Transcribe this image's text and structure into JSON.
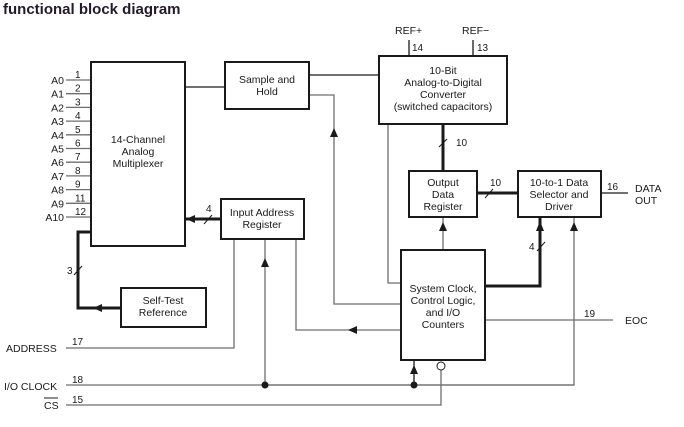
{
  "title": "functional block diagram",
  "blocks": {
    "mux": [
      "14-Channel",
      "Analog",
      "Multiplexer"
    ],
    "sample_hold": [
      "Sample and",
      "Hold"
    ],
    "adc": [
      "10-Bit",
      "Analog-to-Digital",
      "Converter",
      "(switched capacitors)"
    ],
    "output_register": [
      "Output",
      "Data",
      "Register"
    ],
    "selector": [
      "10-to-1 Data",
      "Selector and",
      "Driver"
    ],
    "input_address_register": [
      "Input Address",
      "Register"
    ],
    "self_test": [
      "Self-Test",
      "Reference"
    ],
    "control": [
      "System Clock,",
      "Control Logic,",
      "and I/O",
      "Counters"
    ]
  },
  "analog_inputs": [
    {
      "name": "A0",
      "pin": "1"
    },
    {
      "name": "A1",
      "pin": "2"
    },
    {
      "name": "A2",
      "pin": "3"
    },
    {
      "name": "A3",
      "pin": "4"
    },
    {
      "name": "A4",
      "pin": "5"
    },
    {
      "name": "A5",
      "pin": "6"
    },
    {
      "name": "A6",
      "pin": "7"
    },
    {
      "name": "A7",
      "pin": "8"
    },
    {
      "name": "A8",
      "pin": "9"
    },
    {
      "name": "A9",
      "pin": "11"
    },
    {
      "name": "A10",
      "pin": "12"
    }
  ],
  "signals": {
    "ref_plus": {
      "name": "REF+",
      "pin": "14"
    },
    "ref_minus": {
      "name": "REF−",
      "pin": "13"
    },
    "data_out": {
      "name": [
        "DATA",
        "OUT"
      ],
      "pin": "16"
    },
    "eoc": {
      "name": "EOC",
      "pin": "19"
    },
    "address": {
      "name": "ADDRESS",
      "pin": "17"
    },
    "io_clock": {
      "name": "I/O CLOCK",
      "pin": "18"
    },
    "cs": {
      "name": "CS",
      "pin": "15"
    }
  },
  "bus_widths": {
    "adc_to_register": "10",
    "register_to_selector": "10",
    "control_to_selector": "4",
    "iar_to_mux": "4",
    "mux_to_selftest": "3"
  }
}
